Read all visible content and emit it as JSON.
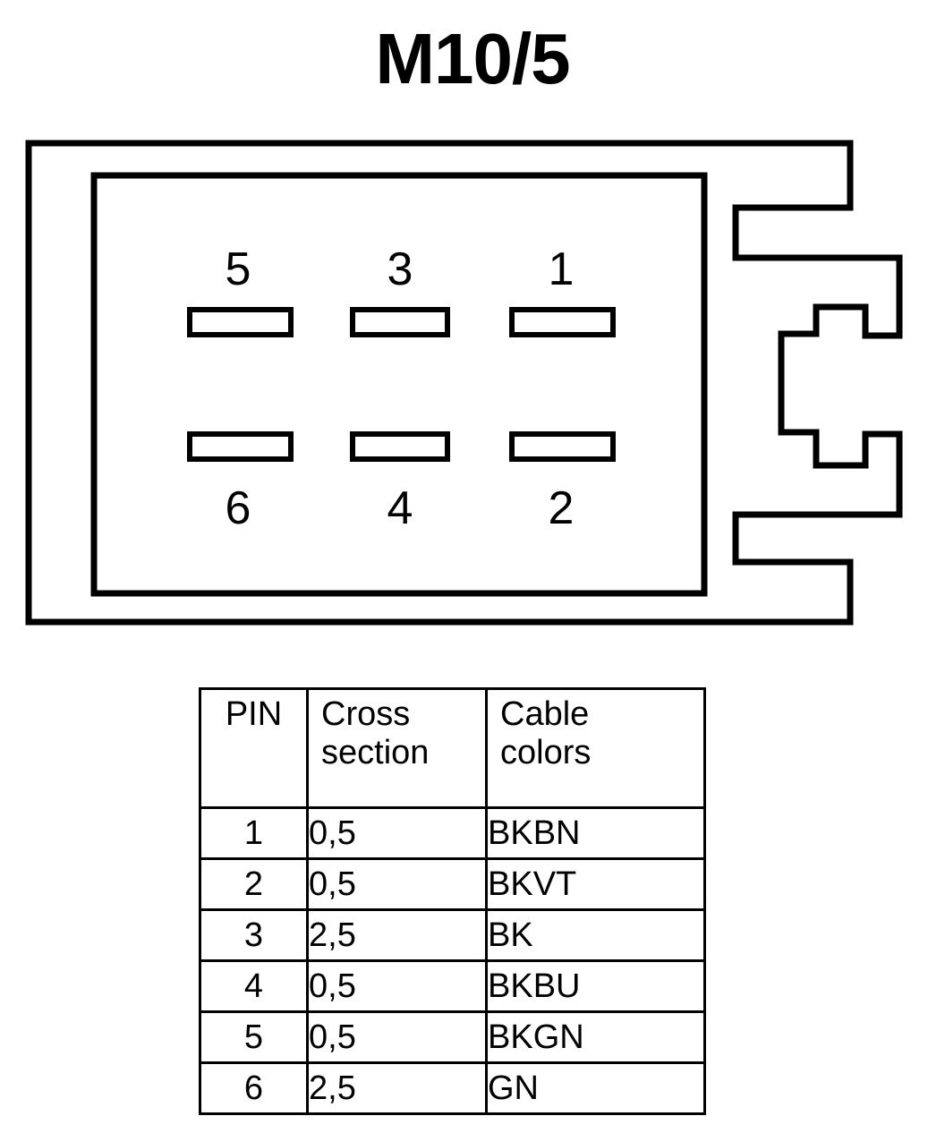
{
  "title": "M10/5",
  "connector": {
    "name": "connector-housing-diagram",
    "pin_labels_top": [
      "5",
      "3",
      "1"
    ],
    "pin_labels_bottom": [
      "6",
      "4",
      "2"
    ],
    "stroke_color": "#000000",
    "fill_color": "#ffffff"
  },
  "table": {
    "headers": {
      "pin": "PIN",
      "cross_section_line1": "Cross",
      "cross_section_line2": "section",
      "cable_colors_line1": "Cable",
      "cable_colors_line2": "colors"
    },
    "rows": [
      {
        "pin": "1",
        "cross_section": "0,5",
        "cable_colors": "BKBN"
      },
      {
        "pin": "2",
        "cross_section": "0,5",
        "cable_colors": "BKVT"
      },
      {
        "pin": "3",
        "cross_section": "2,5",
        "cable_colors": "BK"
      },
      {
        "pin": "4",
        "cross_section": "0,5",
        "cable_colors": "BKBU"
      },
      {
        "pin": "5",
        "cross_section": "0,5",
        "cable_colors": "BKGN"
      },
      {
        "pin": "6",
        "cross_section": "2,5",
        "cable_colors": "GN"
      }
    ]
  }
}
